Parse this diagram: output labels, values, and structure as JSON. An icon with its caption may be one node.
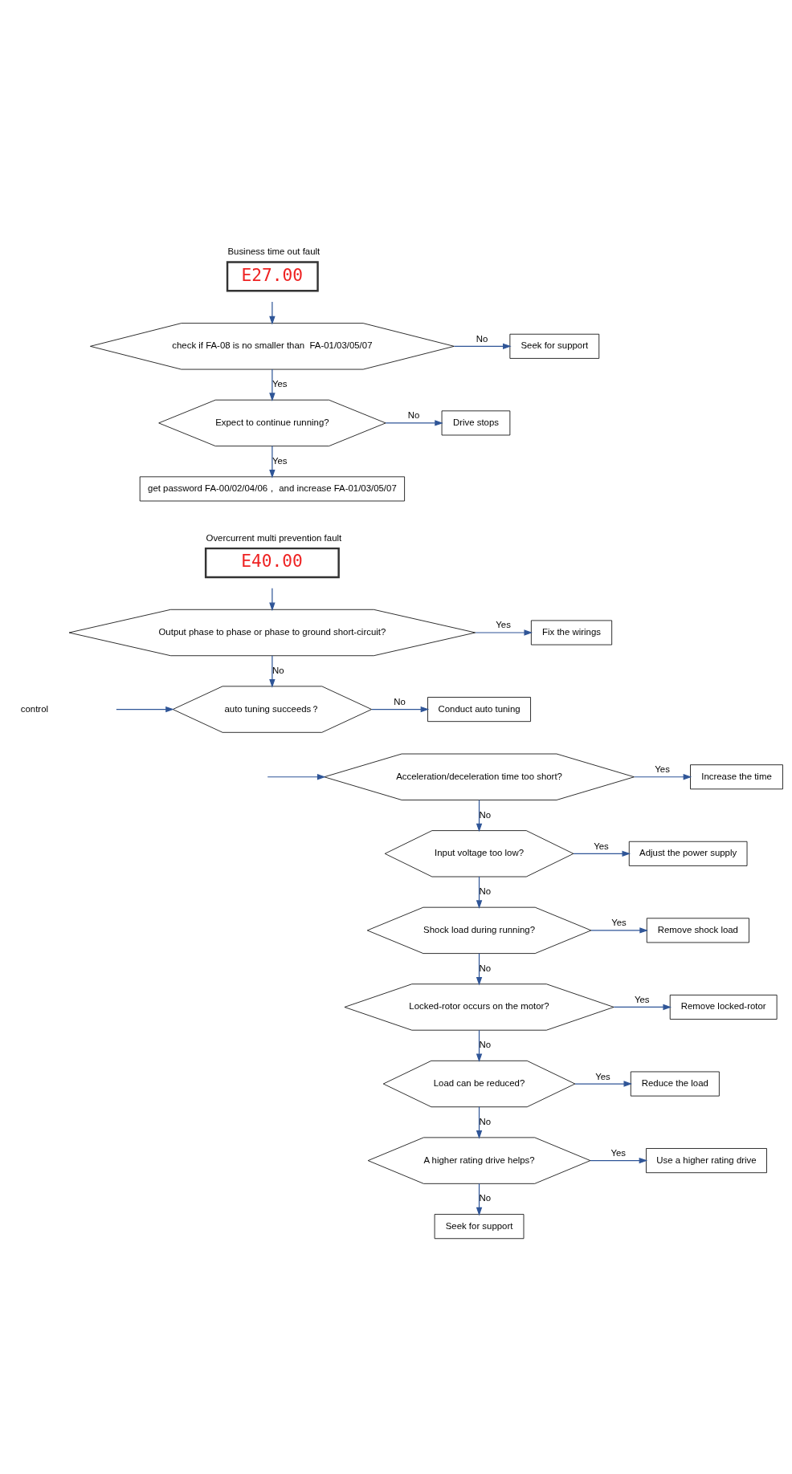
{
  "diagram": {
    "nodes": [
      {
        "text": [
          "Business time out fault",
          "E27.00"
        ]
      },
      {
        "text": [
          "check if FA-08 is no smaller than  FA-01/03/05/07"
        ]
      },
      {
        "text": [
          "Seek for support"
        ]
      },
      {
        "text": [
          "Expect to continue running?"
        ]
      },
      {
        "text": [
          "Drive stops"
        ]
      },
      {
        "text": [
          "get password FA-00/02/04/06， and increase FA-01/03/05/07"
        ]
      },
      {
        "text": [
          "Overcurrent multi prevention fault",
          "E40.00"
        ]
      },
      {
        "text": [
          "Output phase to phase or phase to ground short-circuit?"
        ]
      },
      {
        "text": [
          "Fix the wirings"
        ]
      },
      {
        "text": [
          "auto tuning succeeds？"
        ]
      },
      {
        "text": [
          "Conduct auto tuning"
        ]
      },
      {
        "text": [
          "Acceleration/deceleration time too short?"
        ]
      },
      {
        "text": [
          "Increase the time"
        ]
      },
      {
        "text": [
          "Input voltage too low?"
        ]
      },
      {
        "text": [
          "Adjust the power supply"
        ]
      },
      {
        "text": [
          "Shock load during running?"
        ]
      },
      {
        "text": [
          "Remove shock load"
        ]
      },
      {
        "text": [
          "Locked-rotor occurs on the motor?"
        ]
      },
      {
        "text": [
          "Remove locked-rotor"
        ]
      },
      {
        "text": [
          "Load can be reduced?"
        ]
      },
      {
        "text": [
          "Reduce the load"
        ]
      },
      {
        "text": [
          "A higher rating drive helps?"
        ]
      },
      {
        "text": [
          "Use a higher rating drive"
        ]
      },
      {
        "text": [
          "Seek for support"
        ]
      }
    ],
    "edges": [
      {
        "from": 0,
        "to": 1,
        "arrow": "to"
      },
      {
        "from": 1,
        "to": 2,
        "arrow": "to",
        "label": "No"
      },
      {
        "from": 1,
        "to": 3,
        "arrow": "to",
        "label": "Yes"
      },
      {
        "from": 3,
        "to": 4,
        "arrow": "to",
        "label": "No"
      },
      {
        "from": 3,
        "to": 5,
        "arrow": "to",
        "label": "Yes"
      },
      {
        "from": 6,
        "to": 7,
        "arrow": "to"
      },
      {
        "from": 7,
        "to": 8,
        "arrow": "to",
        "label": "Yes"
      },
      {
        "from": 7,
        "to": 9,
        "arrow": "to",
        "label": "No"
      },
      {
        "from": null,
        "to": 9,
        "arrow": "to"
      },
      {
        "from": 9,
        "to": 10,
        "arrow": "to",
        "label": "No"
      },
      {
        "from": null,
        "to": 11,
        "arrow": "to"
      },
      {
        "from": 11,
        "to": 12,
        "arrow": "to",
        "label": "Yes"
      },
      {
        "from": 11,
        "to": 13,
        "arrow": "to",
        "label": "No"
      },
      {
        "from": 13,
        "to": 14,
        "arrow": "to",
        "label": "Yes"
      },
      {
        "from": 13,
        "to": 15,
        "arrow": "to",
        "label": "No"
      },
      {
        "from": 15,
        "to": 16,
        "arrow": "to",
        "label": "Yes"
      },
      {
        "from": 15,
        "to": 17,
        "arrow": "to",
        "label": "No"
      },
      {
        "from": 17,
        "to": 18,
        "arrow": "to",
        "label": "Yes"
      },
      {
        "from": 17,
        "to": 19,
        "arrow": "to",
        "label": "No"
      },
      {
        "from": 19,
        "to": 20,
        "arrow": "to",
        "label": "Yes"
      },
      {
        "from": 19,
        "to": 21,
        "arrow": "to",
        "label": "No"
      },
      {
        "from": 21,
        "to": 22,
        "arrow": "to",
        "label": "Yes"
      },
      {
        "from": 21,
        "to": 23,
        "arrow": "to",
        "label": "No"
      }
    ],
    "labels": [
      "control"
    ]
  }
}
